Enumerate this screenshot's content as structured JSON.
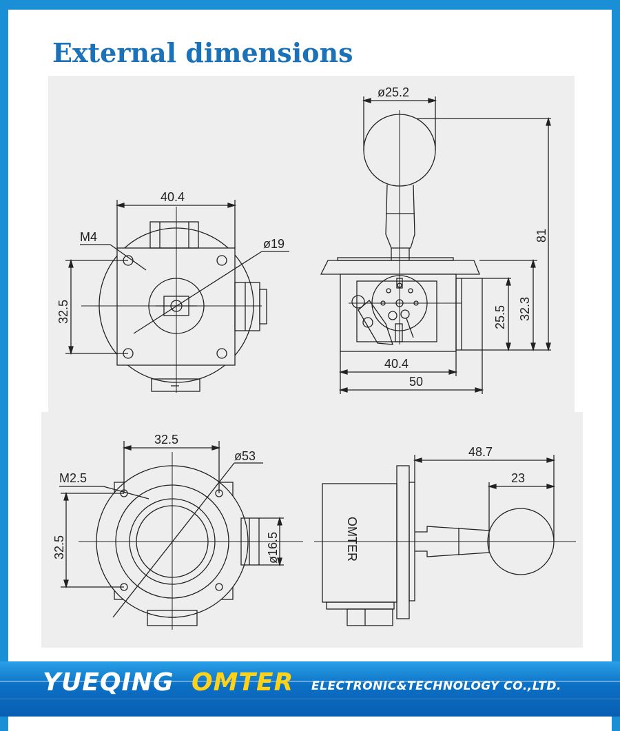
{
  "header": {
    "title": "External dimensions"
  },
  "top_left_view": {
    "width_dim": "40.4",
    "thread_label": "M4",
    "hole_dim": "ø19",
    "height_dim": "32.5"
  },
  "top_right_view": {
    "ball_dim": "ø25.2",
    "total_height_dim": "81",
    "body_width_dim": "40.4",
    "overall_width_dim": "50",
    "mid_height_dim": "25.5",
    "body_height_dim": "32.3"
  },
  "bottom_left_view": {
    "spacing_dim": "32.5",
    "outer_dim": "ø53",
    "thread_label": "M2.5",
    "height_dim": "32.5",
    "connector_dim": "ø16.5"
  },
  "bottom_right_view": {
    "length_dim": "48.7",
    "ball_dim": "23",
    "body_text": "OMTER"
  },
  "footer": {
    "brand_primary": "YUEQING",
    "brand_secondary": "OMTER",
    "company": "ELECTRONIC&TECHNOLOGY  CO.,LTD."
  },
  "colors": {
    "frame": "#1a8fd6",
    "title": "#1b72b8",
    "brand_accent": "#ffd21a",
    "panel": "#eeeeee",
    "line": "#222222"
  }
}
